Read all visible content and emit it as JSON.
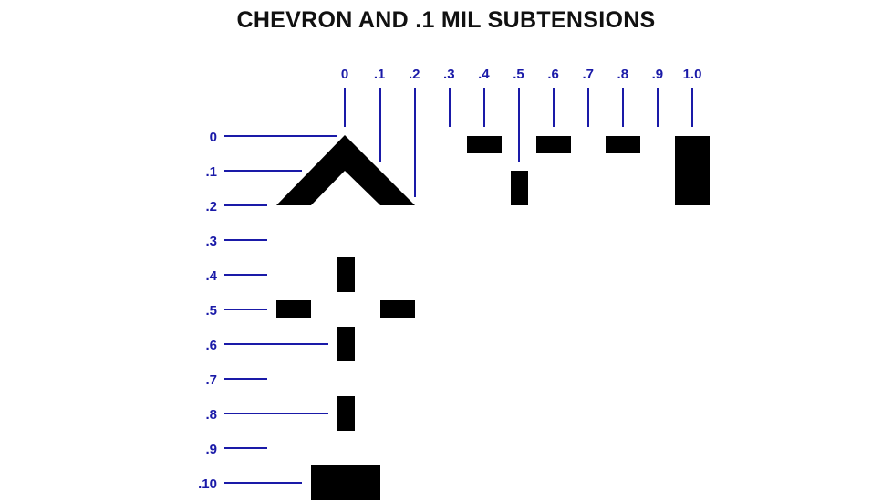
{
  "title": "CHEVRON AND .1 MIL SUBTENSIONS",
  "colors": {
    "label": "#1a1aa8",
    "line": "#1a1aa8",
    "mark": "#000000",
    "title": "#111111"
  },
  "top_scale": [
    {
      "label": "0",
      "value": 0.0
    },
    {
      "label": ".1",
      "value": 0.1
    },
    {
      "label": ".2",
      "value": 0.2
    },
    {
      "label": ".3",
      "value": 0.3
    },
    {
      "label": ".4",
      "value": 0.4
    },
    {
      "label": ".5",
      "value": 0.5
    },
    {
      "label": ".6",
      "value": 0.6
    },
    {
      "label": ".7",
      "value": 0.7
    },
    {
      "label": ".8",
      "value": 0.8
    },
    {
      "label": ".9",
      "value": 0.9
    },
    {
      "label": "1.0",
      "value": 1.0
    }
  ],
  "left_scale": [
    {
      "label": "0",
      "value": 0.0
    },
    {
      "label": ".1",
      "value": 0.1
    },
    {
      "label": ".2",
      "value": 0.2
    },
    {
      "label": ".3",
      "value": 0.3
    },
    {
      "label": ".4",
      "value": 0.4
    },
    {
      "label": ".5",
      "value": 0.5
    },
    {
      "label": ".6",
      "value": 0.6
    },
    {
      "label": ".7",
      "value": 0.7
    },
    {
      "label": ".8",
      "value": 0.8
    },
    {
      "label": ".9",
      "value": 0.9
    },
    {
      "label": ".10",
      "value": 1.0
    }
  ]
}
